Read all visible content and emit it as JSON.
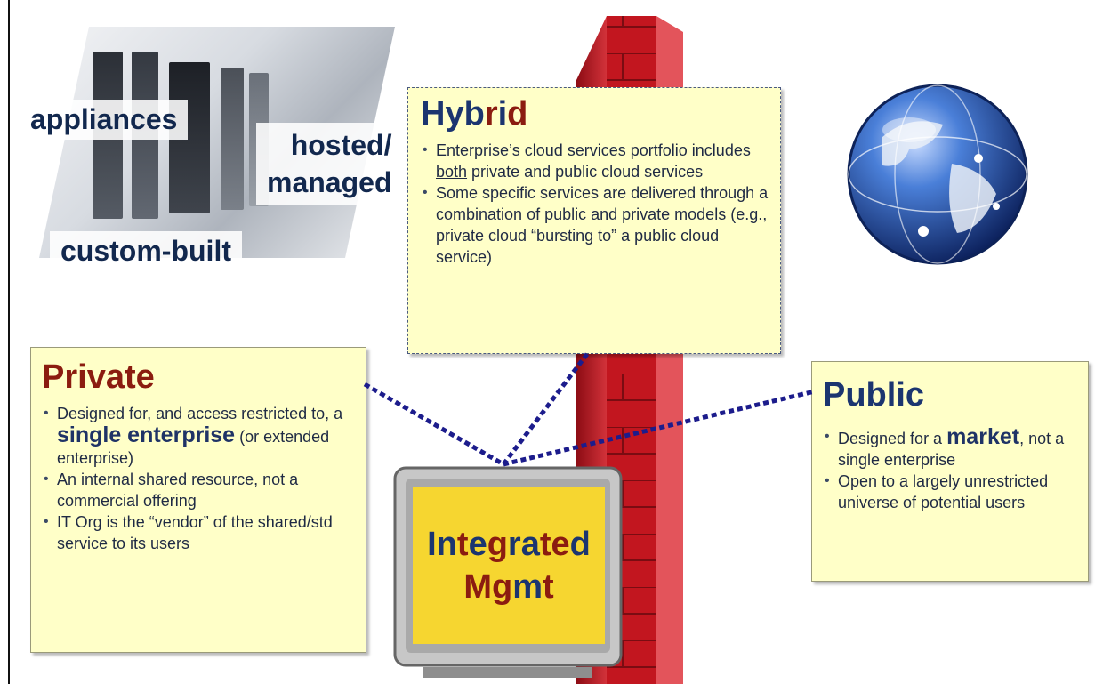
{
  "server_tiles": {
    "appliances": "appliances",
    "hosted_managed": [
      "hosted/",
      "managed"
    ],
    "custom_built": "custom-built"
  },
  "hybrid": {
    "title_letters": [
      {
        "t": "H",
        "c": "blue"
      },
      {
        "t": "y",
        "c": "blue"
      },
      {
        "t": "b",
        "c": "blue"
      },
      {
        "t": "r",
        "c": "red"
      },
      {
        "t": "i",
        "c": "blue"
      },
      {
        "t": "d",
        "c": "red"
      }
    ],
    "bullets": [
      [
        {
          "text": "Enterprise’s cloud services portfolio includes "
        },
        {
          "text": "both",
          "style": "underline"
        },
        {
          "text": " private and public cloud services"
        }
      ],
      [
        {
          "text": "Some specific services are delivered through a "
        },
        {
          "text": "combination",
          "style": "underline"
        },
        {
          "text": " of public and private models (e.g., private cloud “bursting to” a public cloud service)"
        }
      ]
    ]
  },
  "private": {
    "title": "Private",
    "bullets": [
      [
        {
          "text": "Designed for, and access restricted to, a "
        },
        {
          "text": "single enterprise",
          "style": "bold-large"
        },
        {
          "text": " (or extended enterprise)"
        }
      ],
      [
        {
          "text": "An internal shared resource, not a commercial offering"
        }
      ],
      [
        {
          "text": "IT Org is the “vendor” of the shared/std service to its users"
        }
      ]
    ]
  },
  "public": {
    "title": "Public",
    "bullets": [
      [
        {
          "text": "Designed for a "
        },
        {
          "text": "market",
          "style": "bold-large"
        },
        {
          "text": ", not a single enterprise"
        }
      ],
      [
        {
          "text": "Open to a largely unrestricted universe of potential users"
        }
      ]
    ]
  },
  "monitor": {
    "line1_letters": [
      {
        "t": "In",
        "c": "blue"
      },
      {
        "t": "t",
        "c": "red"
      },
      {
        "t": "e",
        "c": "blue"
      },
      {
        "t": "g",
        "c": "red"
      },
      {
        "t": "ra",
        "c": "blue"
      },
      {
        "t": "te",
        "c": "red"
      },
      {
        "t": "d",
        "c": "blue"
      }
    ],
    "line2_letters": [
      {
        "t": "M",
        "c": "red"
      },
      {
        "t": "g",
        "c": "red"
      },
      {
        "t": "m",
        "c": "blue"
      },
      {
        "t": "t",
        "c": "red"
      }
    ]
  },
  "colors": {
    "title_red": "#8b1c10",
    "title_blue": "#1b3570",
    "box_fill": "#ffffc8",
    "connector": "#1c1c8c",
    "firewall": "#b8141c",
    "monitor_screen": "#f6d630"
  },
  "icons": [
    "server-room-image",
    "firewall-wall",
    "globe-icon",
    "monitor-icon"
  ]
}
